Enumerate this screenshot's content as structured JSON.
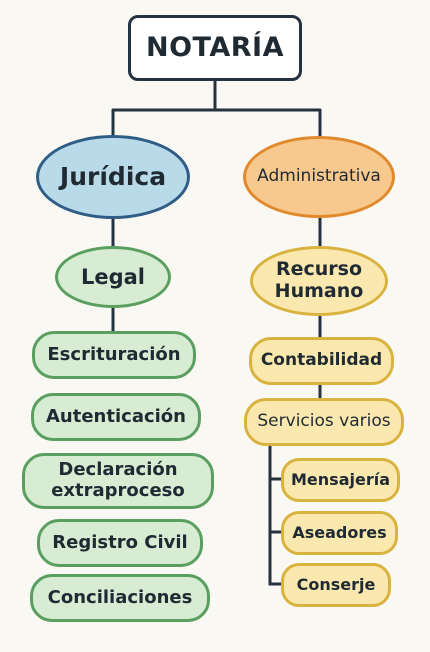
{
  "root": {
    "label": "NOTARÍA"
  },
  "left": {
    "head": "Jurídica",
    "sub": "Legal",
    "items": [
      "Escrituración",
      "Autenticación",
      "Declaración\nextraproceso",
      "Registro Civil",
      "Conciliaciones"
    ]
  },
  "right": {
    "head": "Administrativa",
    "items": [
      "Recurso\nHumano",
      "Contabilidad",
      "Servicios varios"
    ],
    "services": [
      "Mensajería",
      "Aseadores",
      "Conserje"
    ]
  },
  "colors": {
    "connector": "#253240",
    "blue_fill": "#b9dbe9",
    "orange_fill": "#f8c98f",
    "green_fill": "#d7ecd3",
    "yellow_fill": "#fbe8ae"
  }
}
